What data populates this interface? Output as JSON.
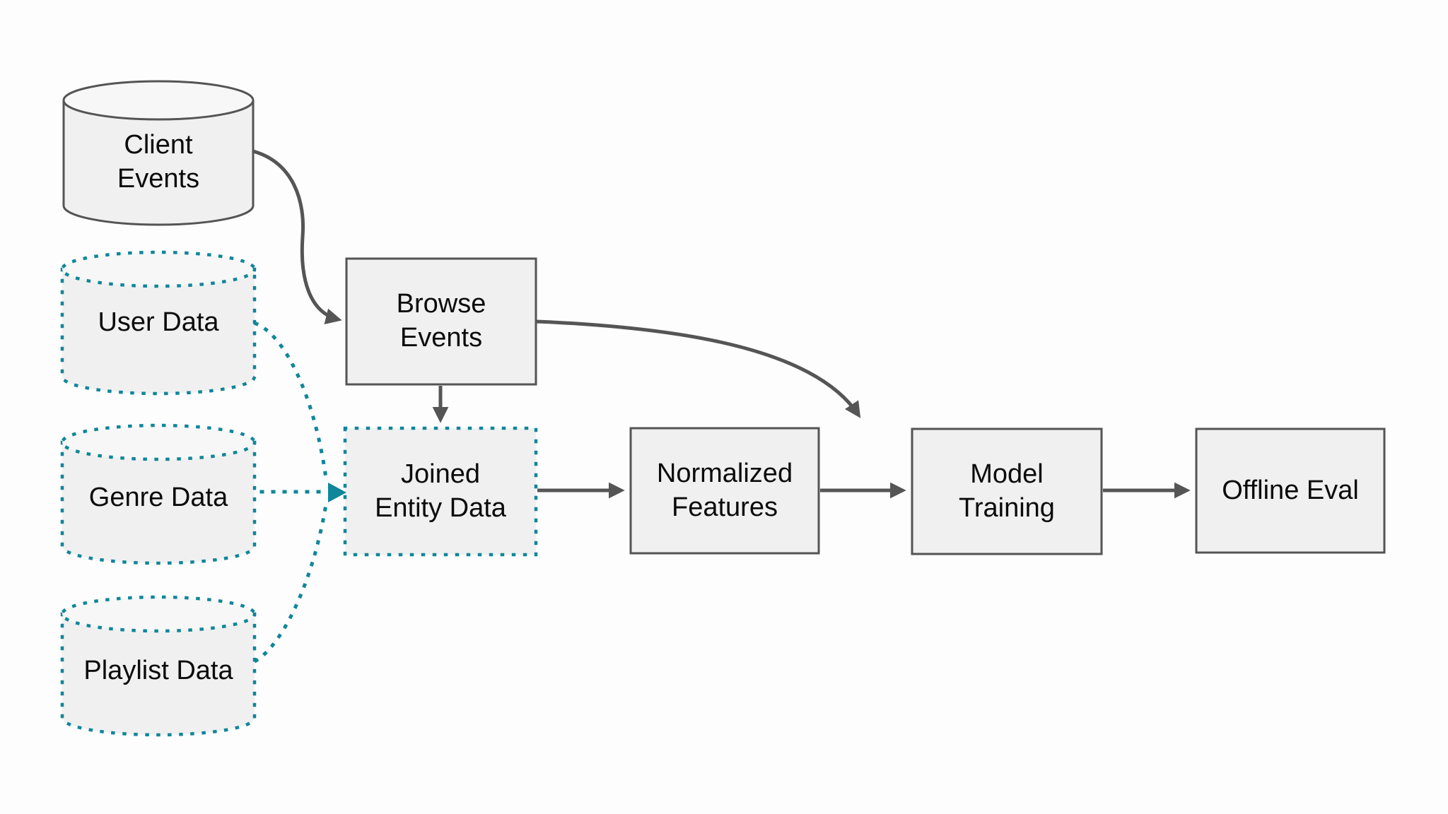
{
  "diagram": {
    "title": "",
    "nodes": {
      "client_events": {
        "label": "Client\nEvents",
        "shape": "cylinder",
        "border": "solid"
      },
      "user_data": {
        "label": "User Data",
        "shape": "cylinder",
        "border": "dotted"
      },
      "genre_data": {
        "label": "Genre Data",
        "shape": "cylinder",
        "border": "dotted"
      },
      "playlist_data": {
        "label": "Playlist Data",
        "shape": "cylinder",
        "border": "dotted"
      },
      "browse_events": {
        "label": "Browse\nEvents",
        "shape": "rect",
        "border": "solid"
      },
      "joined_entity_data": {
        "label": "Joined\nEntity Data",
        "shape": "rect",
        "border": "dotted"
      },
      "normalized_features": {
        "label": "Normalized\nFeatures",
        "shape": "rect",
        "border": "solid"
      },
      "model_training": {
        "label": "Model\nTraining",
        "shape": "rect",
        "border": "solid"
      },
      "offline_eval": {
        "label": "Offline Eval",
        "shape": "rect",
        "border": "solid"
      }
    },
    "edges": [
      {
        "from": "client_events",
        "to": "browse_events",
        "style": "solid-curve"
      },
      {
        "from": "browse_events",
        "to": "joined_entity_data",
        "style": "solid-straight"
      },
      {
        "from": "browse_events",
        "to": "model_training",
        "style": "solid-curve"
      },
      {
        "from": "joined_entity_data",
        "to": "normalized_features",
        "style": "solid-straight"
      },
      {
        "from": "normalized_features",
        "to": "model_training",
        "style": "solid-straight"
      },
      {
        "from": "model_training",
        "to": "offline_eval",
        "style": "solid-straight"
      },
      {
        "from": "user_data",
        "to": "joined_entity_data",
        "style": "dotted-curve"
      },
      {
        "from": "genre_data",
        "to": "joined_entity_data",
        "style": "dotted-straight"
      },
      {
        "from": "playlist_data",
        "to": "joined_entity_data",
        "style": "dotted-curve"
      }
    ]
  },
  "colors": {
    "background": "#FDFDFD",
    "node_fill": "#F0F0F0",
    "node_top_fill": "#F7F7F7",
    "node_border": "#545454",
    "connector_gray": "#555555",
    "accent_teal": "#0F869A",
    "text_color": "#0B0B0B"
  }
}
